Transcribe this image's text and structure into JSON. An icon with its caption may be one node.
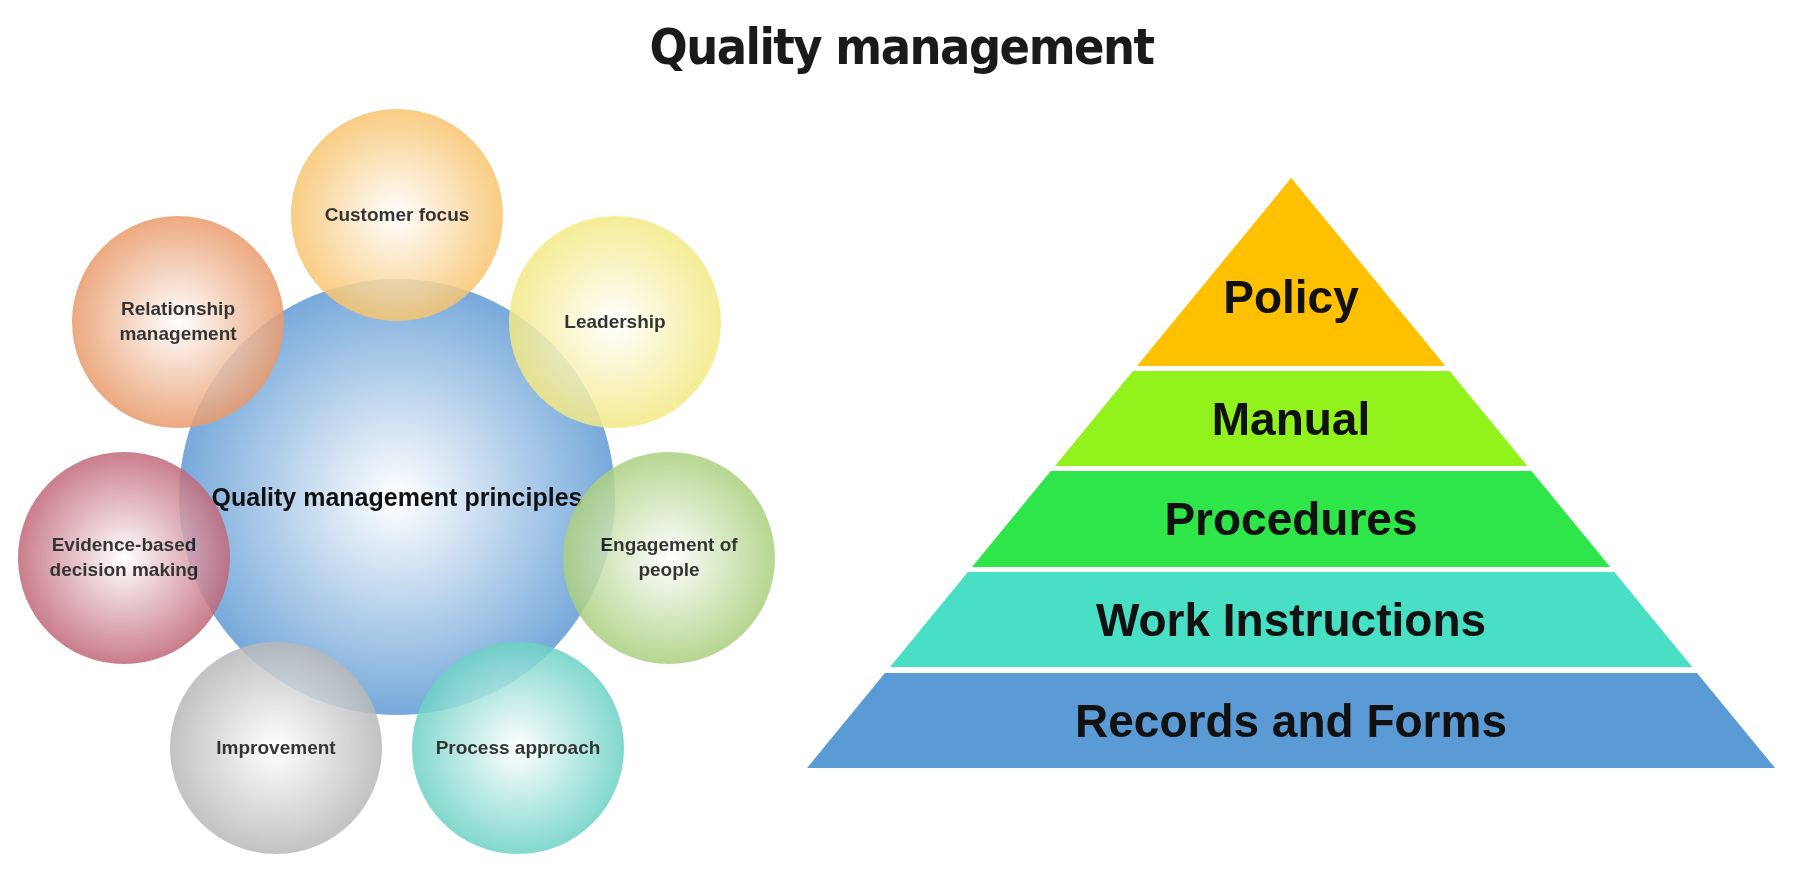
{
  "diagram": {
    "title": "Quality management",
    "nodes": [
      {
        "text": [
          "Quality management principles"
        ]
      },
      {
        "text": [
          "Customer focus"
        ]
      },
      {
        "text": [
          "Leadership"
        ]
      },
      {
        "text": [
          "Engagement of people"
        ]
      },
      {
        "text": [
          "Process approach"
        ]
      },
      {
        "text": [
          "Improvement"
        ]
      },
      {
        "text": [
          "Evidence-based decision making"
        ]
      },
      {
        "text": [
          "Relationship management"
        ]
      },
      {
        "text": [
          "Policy"
        ]
      },
      {
        "text": [
          "Manual"
        ]
      },
      {
        "text": [
          "Procedures"
        ]
      },
      {
        "text": [
          "Work Instructions"
        ]
      },
      {
        "text": [
          "Records and Forms"
        ]
      }
    ],
    "edges": []
  }
}
